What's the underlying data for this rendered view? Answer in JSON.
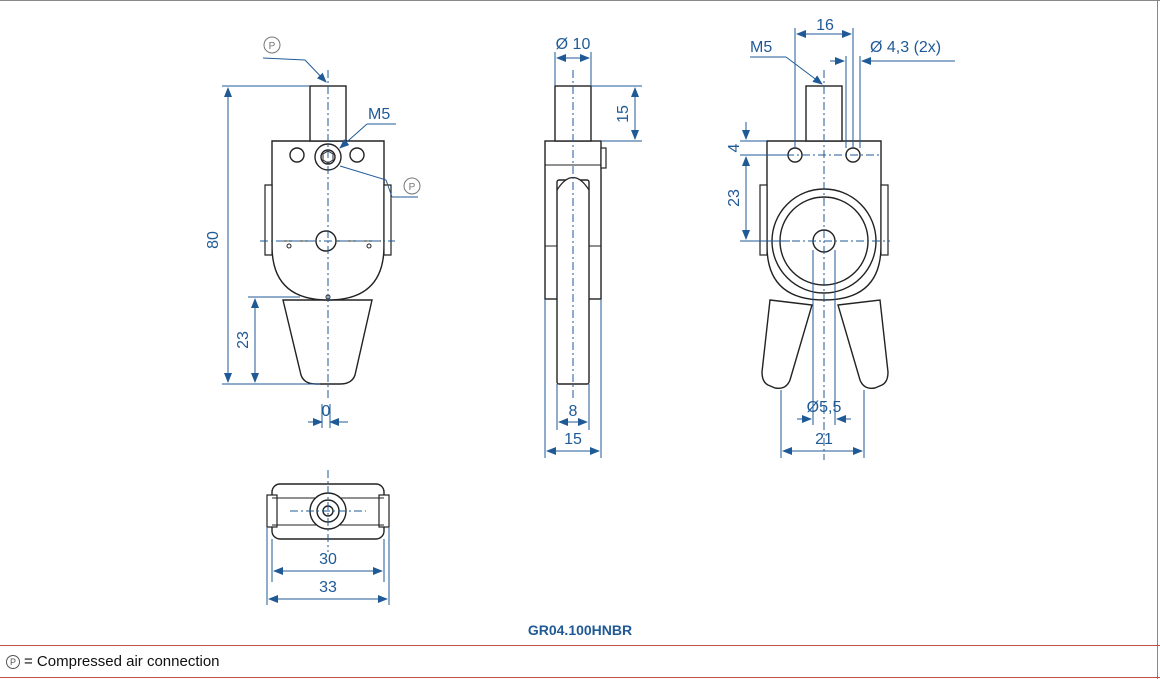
{
  "title": "GR04.100HNBR",
  "legend": {
    "symbol": "P",
    "text": "= Compressed air connection"
  },
  "front_view": {
    "port_label_top": "P",
    "thread_label": "M5",
    "port_label_side": "P",
    "dim_height": "80",
    "dim_jaw": "23",
    "dim_offset": "0"
  },
  "side_view": {
    "dim_diameter": "Ø 10",
    "dim_shaft": "15",
    "dim_jaw_width": "8",
    "dim_width": "15"
  },
  "back_view": {
    "dim_spacing": "16",
    "thread_label": "M5",
    "dim_holes": "Ø 4,3 (2x)",
    "dim_hole_offset": "4",
    "dim_center": "23",
    "dim_bore": "Ø5,5",
    "dim_width": "21"
  },
  "bottom_view": {
    "dim_inner": "30",
    "dim_outer": "33"
  },
  "colors": {
    "dimension": "#1f5a96",
    "outline": "#222222",
    "separator": "#c0504d"
  }
}
